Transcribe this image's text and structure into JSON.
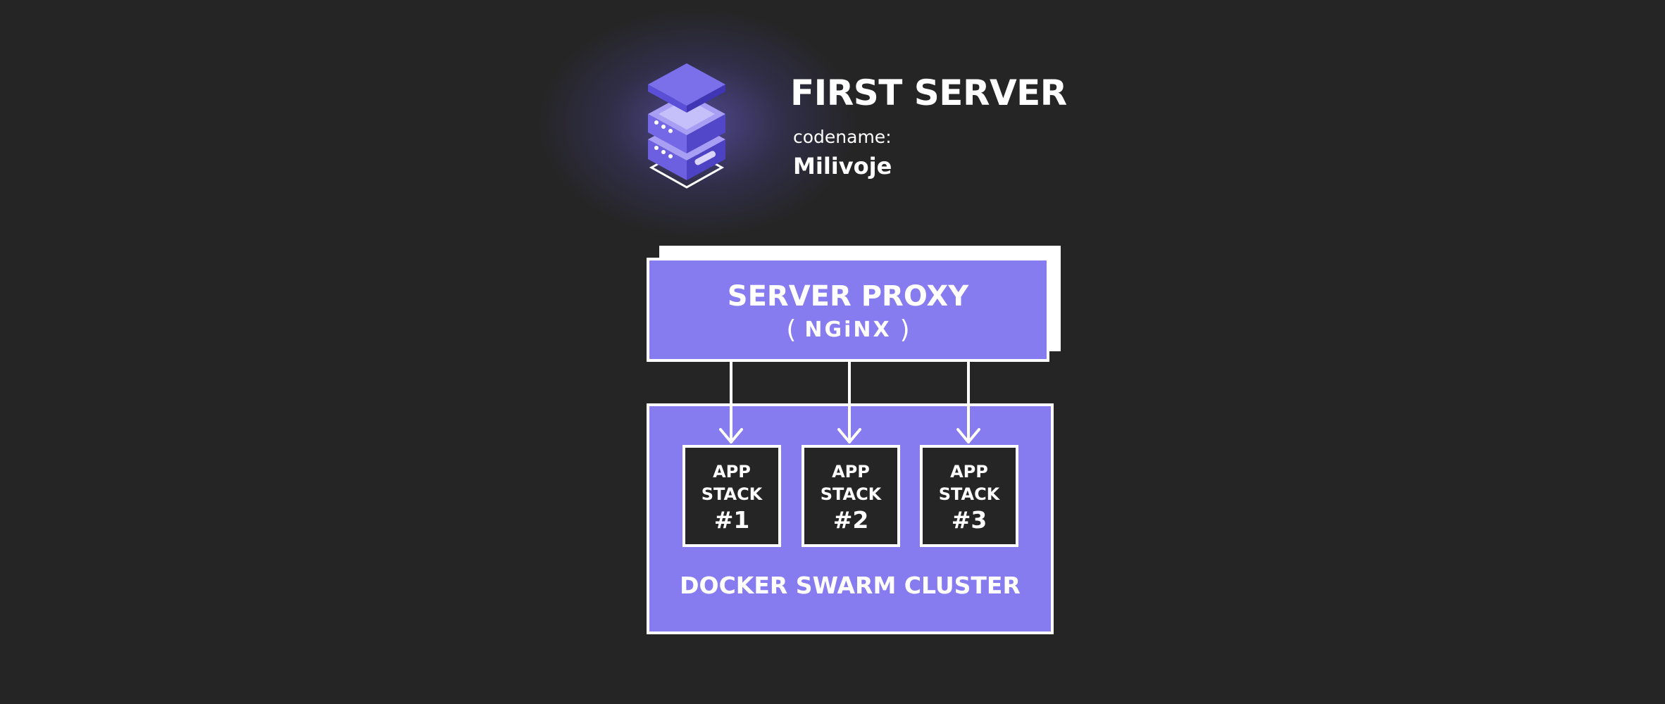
{
  "server": {
    "title": "FIRST SERVER",
    "codename_label": "codename:",
    "codename_value": "Milivoje"
  },
  "proxy": {
    "title": "SERVER PROXY",
    "paren_open": "(",
    "brand": "NGiNX",
    "paren_close": ")"
  },
  "stacks": [
    {
      "line1": "APP",
      "line2": "STACK",
      "number": "#1"
    },
    {
      "line1": "APP",
      "line2": "STACK",
      "number": "#2"
    },
    {
      "line1": "APP",
      "line2": "STACK",
      "number": "#3"
    }
  ],
  "cluster": {
    "label": "DOCKER SWARM CLUSTER"
  },
  "colors": {
    "background": "#252525",
    "accent_purple": "#877bf0",
    "icon_purple": "#5a4fd6",
    "line": "#ffffff"
  },
  "icons": {
    "server": "server-stack-icon"
  }
}
